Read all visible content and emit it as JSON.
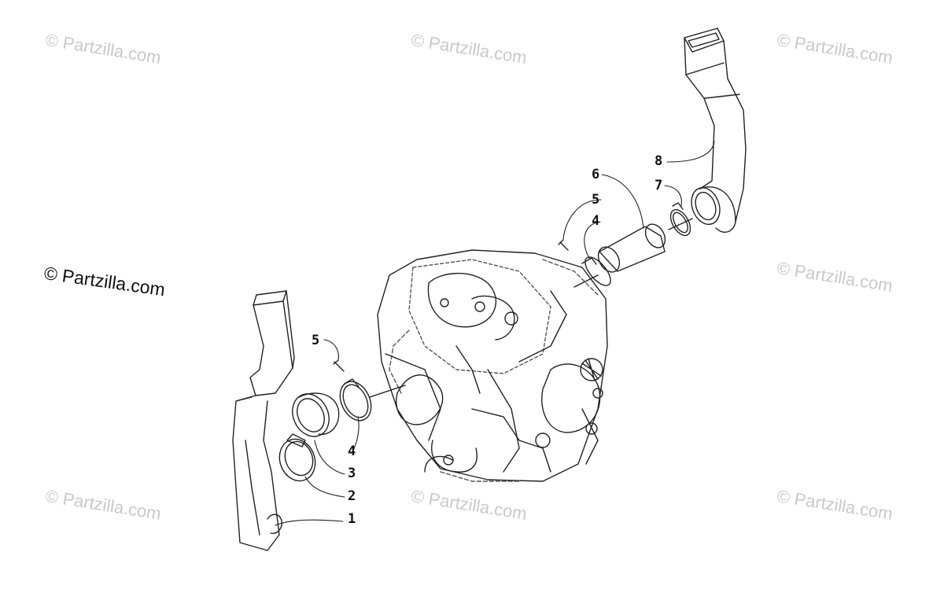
{
  "watermark": {
    "text": "© Partzilla.com",
    "color": "#c9c9c9"
  },
  "main_watermark": {
    "text": "© Partzilla.com",
    "color": "#111111"
  },
  "callouts": {
    "c1": "1",
    "c2": "2",
    "c3": "3",
    "c4a": "4",
    "c5a": "5",
    "c6": "6",
    "c5b": "5",
    "c4b": "4",
    "c7": "7",
    "c8": "8"
  },
  "colors": {
    "line": "#222222",
    "dash": "#555555",
    "background": "#ffffff"
  }
}
